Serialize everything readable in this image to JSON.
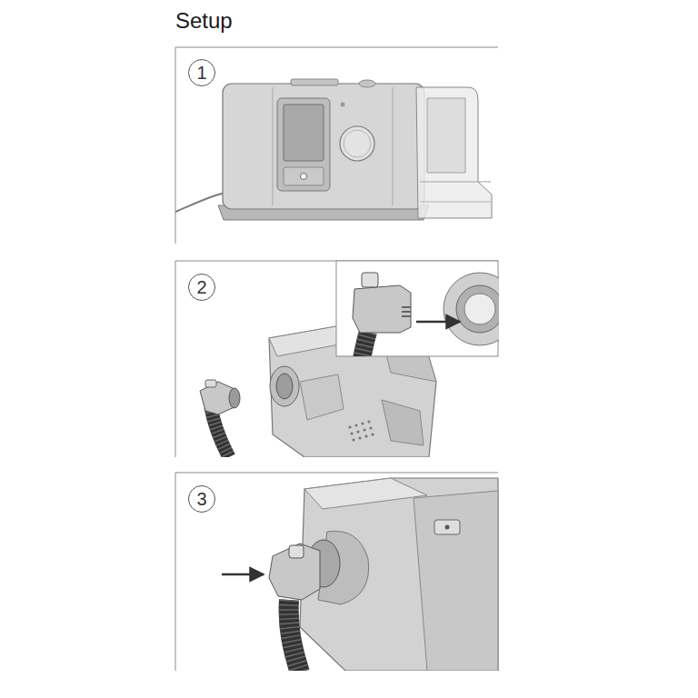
{
  "diagram": {
    "title": "Setup",
    "nodes": [
      {
        "text": [
          "1"
        ]
      },
      {
        "text": [
          "2"
        ]
      },
      {
        "text": [
          "3"
        ]
      }
    ]
  }
}
